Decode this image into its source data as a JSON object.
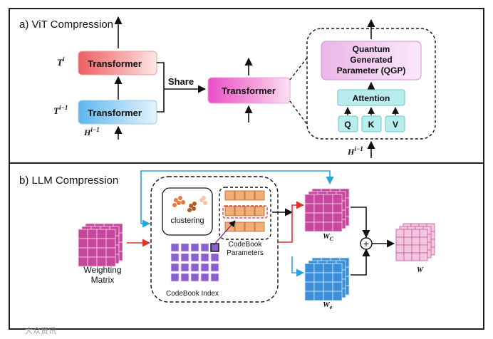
{
  "panel_a": {
    "title": "a) ViT Compression",
    "transformer_top": "Transformer",
    "transformer_bottom": "Transformer",
    "transformer_shared": "Transformer",
    "share_label": "Share",
    "label_ti": "T",
    "label_ti_sup": "i",
    "label_ti1": "T",
    "label_ti1_sup": "i−1",
    "label_hi1": "H",
    "label_hi1_sup": "i−1",
    "label_hi1_right": "H",
    "label_hi1_right_sup": "i−1",
    "qgp_line1": "Quantum",
    "qgp_line2": "Generated",
    "qgp_line3": "Parameter (QGP)",
    "attention": "Attention",
    "q": "Q",
    "k": "K",
    "v": "V"
  },
  "panel_b": {
    "title": "b) LLM Compression",
    "weighting_line1": "Weighting",
    "weighting_line2": "Matrix",
    "clustering": "clustering",
    "codebook_params_line1": "CodeBook",
    "codebook_params_line2": "Parameters",
    "codebook_index": "CodeBook Index",
    "wc": "W",
    "wc_sub": "C",
    "we": "W",
    "we_sub": "e",
    "w": "W",
    "plus": "+"
  },
  "watermark": "大众资讯",
  "colors": {
    "border": "#1f1f1f",
    "magenta_grid": "#c8479e",
    "blue_grid": "#3a8fd8",
    "pink_grid": "#f2c6df",
    "purple_grid": "#8a5fd0",
    "attention_fill": "#b8eced",
    "qgp_fill": "#f3d1ef",
    "codebook_fill": "#f2ae74",
    "red_arrow": "#e0312b",
    "blue_arrow": "#2aa3d9"
  }
}
